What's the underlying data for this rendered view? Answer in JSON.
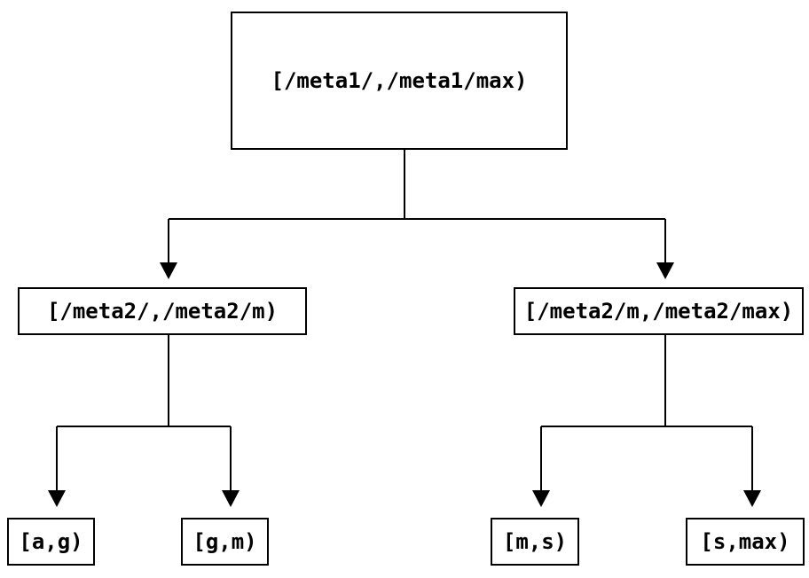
{
  "diagram": {
    "type": "tree",
    "colors": {
      "line": "#000000",
      "box_border": "#000000",
      "background": "#ffffff",
      "text": "#000000"
    },
    "nodes": {
      "root": {
        "label": "[/meta1/,/meta1/max)"
      },
      "l2_left": {
        "label": "[/meta2/,/meta2/m)"
      },
      "l2_right": {
        "label": "[/meta2/m,/meta2/max)"
      },
      "leaf1": {
        "label": "[a,g)"
      },
      "leaf2": {
        "label": "[g,m)"
      },
      "leaf3": {
        "label": "[m,s)"
      },
      "leaf4": {
        "label": "[s,max)"
      }
    },
    "edges": [
      {
        "from": "root",
        "to": "l2_left"
      },
      {
        "from": "root",
        "to": "l2_right"
      },
      {
        "from": "l2_left",
        "to": "leaf1"
      },
      {
        "from": "l2_left",
        "to": "leaf2"
      },
      {
        "from": "l2_right",
        "to": "leaf3"
      },
      {
        "from": "l2_right",
        "to": "leaf4"
      }
    ]
  }
}
